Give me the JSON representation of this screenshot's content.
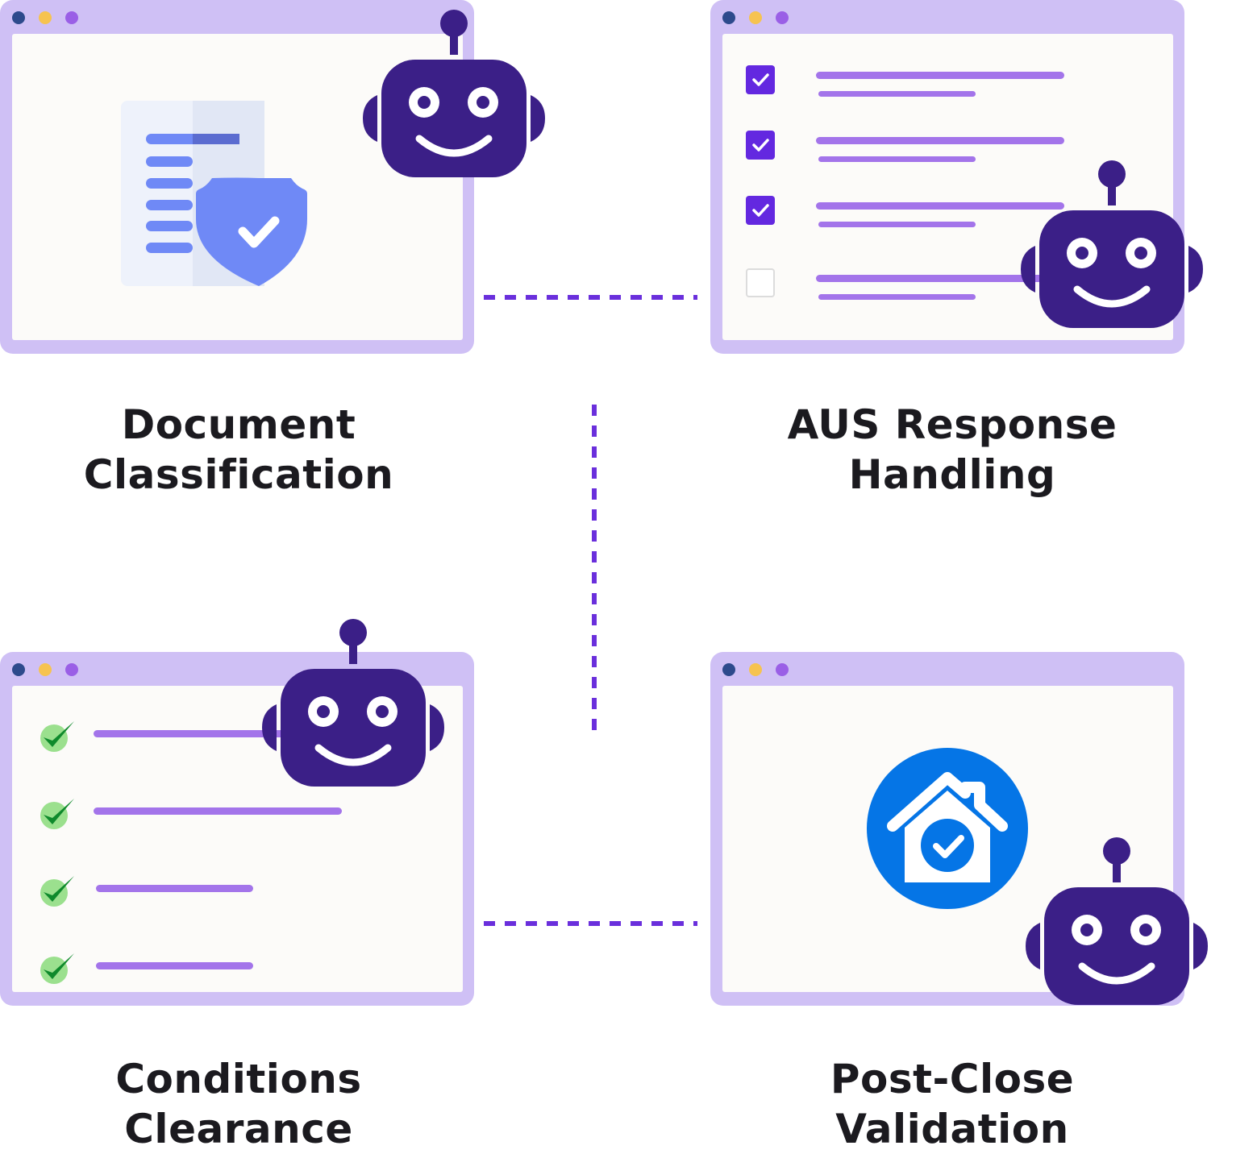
{
  "steps": [
    {
      "id": "document-classification",
      "title_line1": "Document",
      "title_line2": "Classification"
    },
    {
      "id": "aus-response-handling",
      "title_line1": "AUS Response",
      "title_line2": "Handling"
    },
    {
      "id": "conditions-clearance",
      "title_line1": "Conditions",
      "title_line2": "Clearance"
    },
    {
      "id": "post-close-validation",
      "title_line1": "Post-Close",
      "title_line2": "Validation"
    }
  ],
  "aus_checklist": [
    true,
    true,
    true,
    false
  ],
  "conditions_checklist": [
    true,
    true,
    true,
    true
  ],
  "icons": {
    "window_dots": [
      "window-dot-blue-icon",
      "window-dot-yellow-icon",
      "window-dot-purple-icon"
    ],
    "robot": "robot-icon",
    "document": "document-shield-icon",
    "house": "house-check-icon",
    "check": "green-check-icon"
  },
  "colors": {
    "window_frame": "#cfc0f5",
    "robot": "#3b1f87",
    "accent_purple": "#6a2fdc",
    "line_purple": "#a374ea",
    "house_blue": "#0575e6",
    "shield_blue": "#6f89f6",
    "check_green": "#1aa33f"
  }
}
